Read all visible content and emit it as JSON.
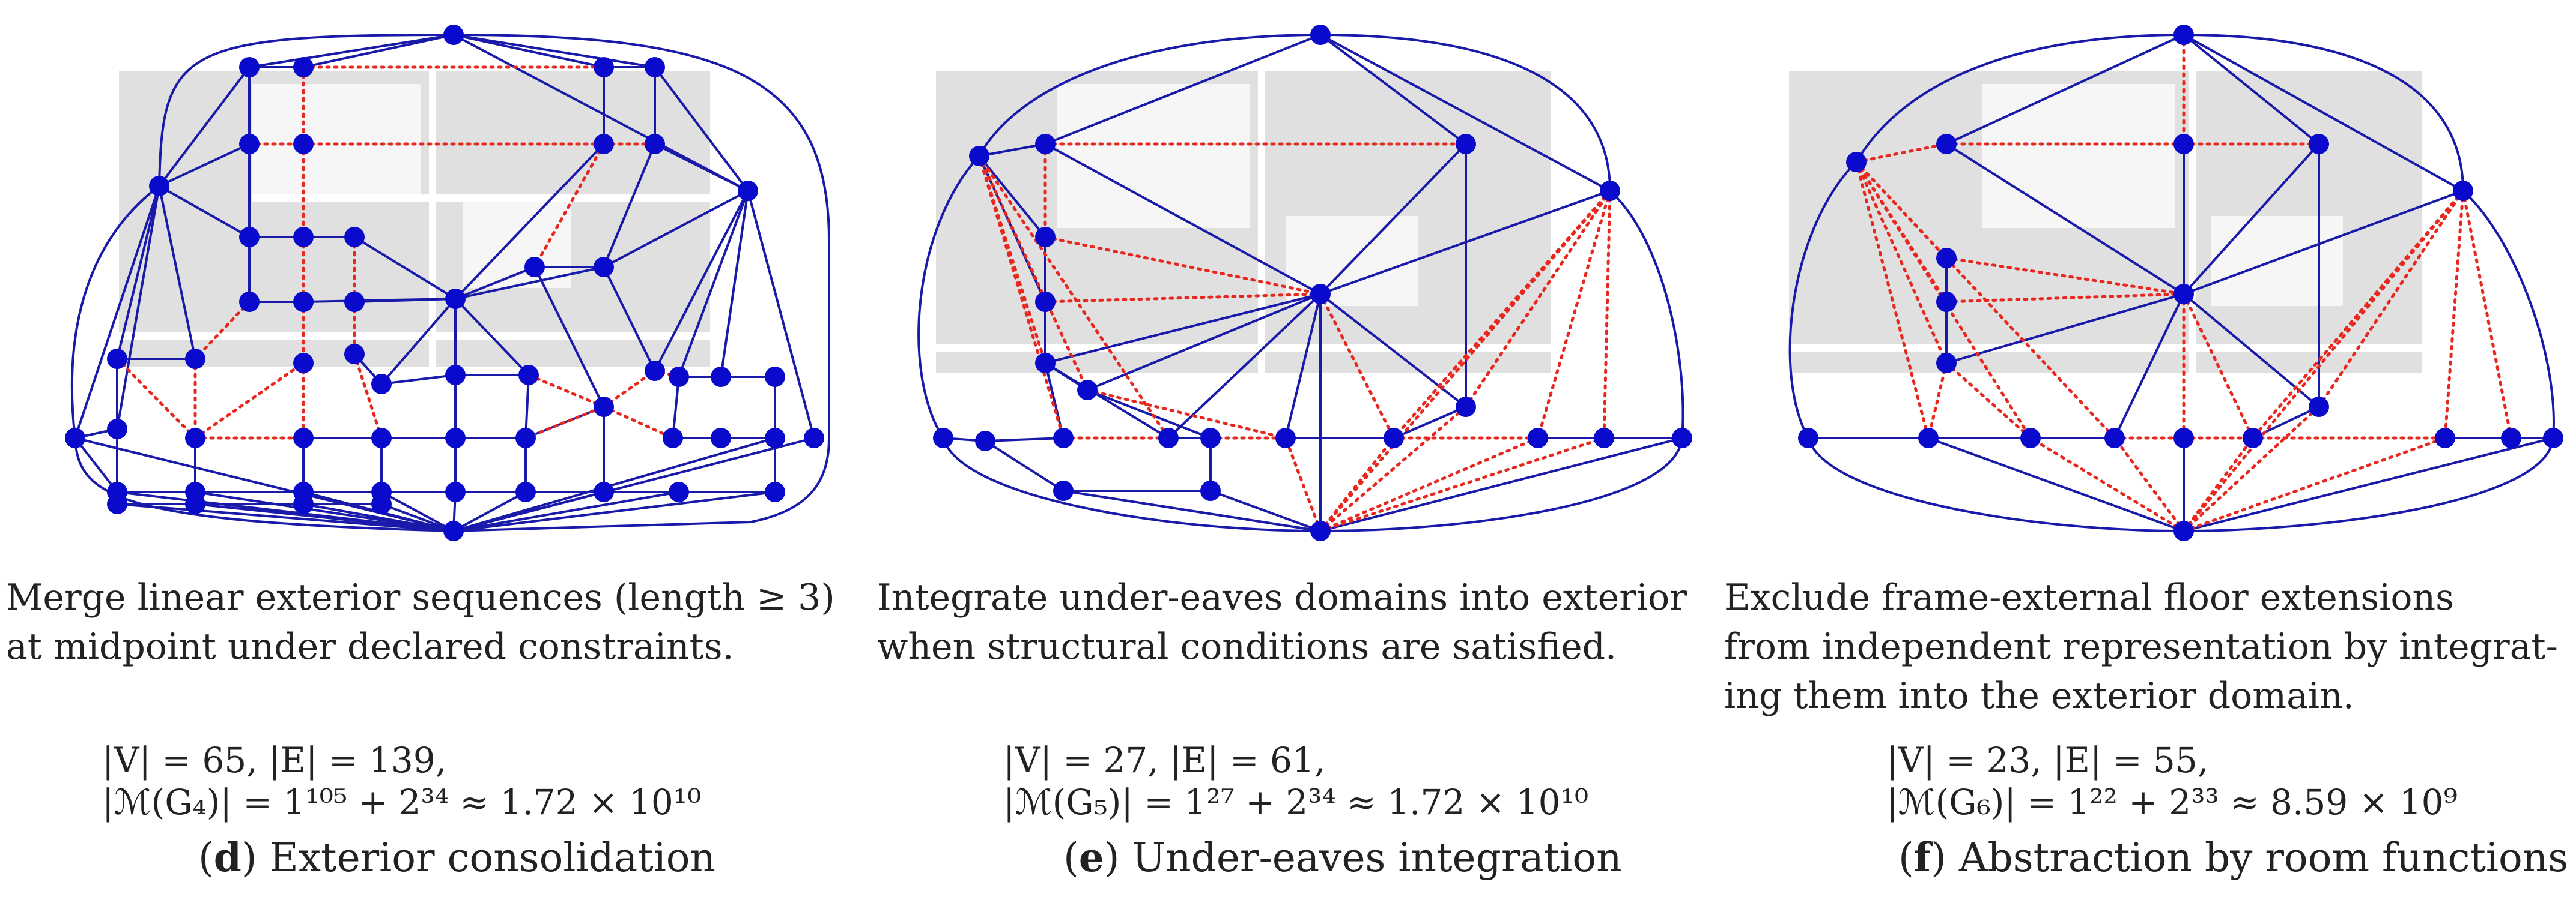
{
  "panels": [
    {
      "id": "d",
      "description": [
        "Merge linear exterior sequences (length ≥ 3)",
        "at midpoint under declared constraints."
      ],
      "stats": [
        "|V| = 65,        |E| = 139,",
        "|ℳ(G₄)| = 1¹⁰⁵ + 2³⁴ ≈ 1.72 × 10¹⁰"
      ],
      "caption_letter": "d",
      "caption_text": "Exterior consolidation"
    },
    {
      "id": "e",
      "description": [
        "Integrate under-eaves domains into exterior",
        "when structural conditions are satisfied."
      ],
      "stats": [
        "|V| = 27,        |E| = 61,",
        "|ℳ(G₅)| = 1²⁷ + 2³⁴ ≈ 1.72 × 10¹⁰"
      ],
      "caption_letter": "e",
      "caption_text": "Under-eaves integration"
    },
    {
      "id": "f",
      "description": [
        "Exclude frame-external floor extensions",
        "from independent representation by integrat-",
        "ing them into the exterior domain."
      ],
      "stats": [
        "|V| = 23,        |E| = 55,",
        "|ℳ(G₆)| = 1²² + 2³³ ≈ 8.59 × 10⁹"
      ],
      "caption_letter": "f",
      "caption_text": "Abstraction by room functions"
    }
  ],
  "colors": {
    "node": "#0a0acc",
    "solid_edge": "#1a1aaa",
    "dotted_edge": "#e8281e",
    "floorplan_fill": "#e0e0e0",
    "floorplan_wall": "#ffffff"
  }
}
